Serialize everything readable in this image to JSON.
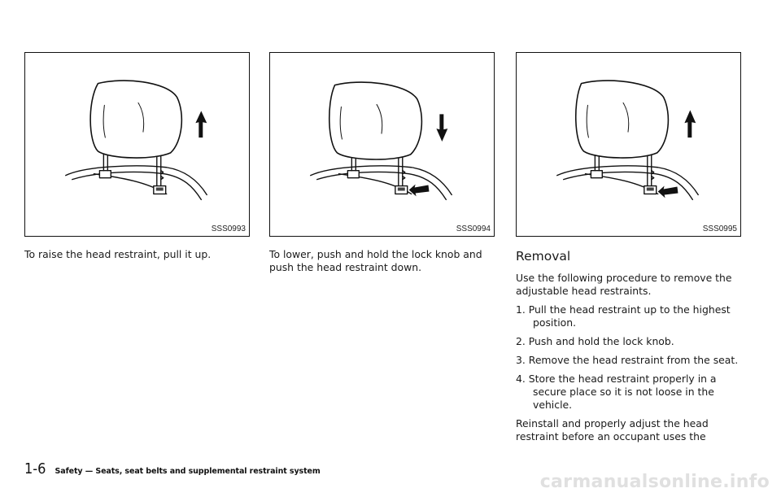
{
  "figures": [
    {
      "code": "SSS0993",
      "arrow": "up",
      "lock_push": false,
      "illustration": "head-restraint-raise"
    },
    {
      "code": "SSS0994",
      "arrow": "down",
      "lock_push": true,
      "illustration": "head-restraint-lower"
    },
    {
      "code": "SSS0995",
      "arrow": "up",
      "lock_push": true,
      "illustration": "head-restraint-remove"
    }
  ],
  "captions": {
    "raise": "To raise the head restraint, pull it up.",
    "lower": "To lower, push and hold the lock knob and push the head restraint down."
  },
  "removal": {
    "heading": "Removal",
    "intro": "Use the following procedure to remove the adjustable head restraints.",
    "steps": [
      "1. Pull the head restraint up to the highest position.",
      "2. Push and hold the lock knob.",
      "3. Remove the head restraint from the seat.",
      "4. Store the head restraint properly in a secure place so it is not loose in the vehicle."
    ],
    "closing": "Reinstall and properly adjust the head restraint before an occupant uses the"
  },
  "footer": {
    "page_number": "1-6",
    "section": "Safety — Seats, seat belts and supplemental restraint system"
  },
  "watermark": "carmanualsonline.info"
}
